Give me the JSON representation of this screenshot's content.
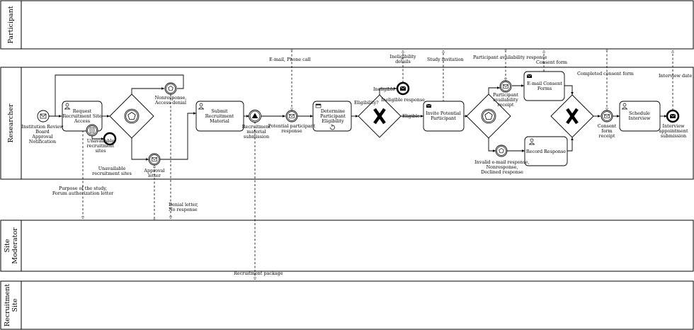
{
  "lanes": {
    "participant": "Participant",
    "researcher": "Researcher",
    "site_moderator": [
      "Site",
      "Moderator"
    ],
    "recruitment_site": [
      "Recruitment",
      "Site"
    ]
  },
  "events": {
    "start": [
      "Institution Review",
      "Board",
      "Approval",
      "Notification"
    ],
    "nonresponse": [
      "Nonresponse,",
      "Access denial"
    ],
    "unavailable_end": [
      "Unavailable",
      "recruitment sites"
    ],
    "recruitment_submission": [
      "Recruitment",
      "material",
      "submission"
    ],
    "potential_response": [
      "Potential participant",
      "response"
    ],
    "ineligible_response": "Ineligible response",
    "availability_receipt": [
      "Participant",
      "availability",
      "receipt"
    ],
    "invalid_email": [
      "Invalid e-mail response,",
      "Nonresponse,",
      "Declined response"
    ],
    "consent_receipt": [
      "Consent",
      "form",
      "receipt"
    ],
    "interview_submission": [
      "Interview",
      "appointment",
      "submission"
    ],
    "unavailable_attached": [
      "Unavailable",
      "recruitment",
      "sites"
    ],
    "approval_letter": [
      "Approval",
      "letter"
    ]
  },
  "tasks": {
    "request_access": [
      "Request",
      "Recruitment Site",
      "Access"
    ],
    "submit_material": [
      "Submit",
      "Recruitment",
      "Material"
    ],
    "determine_eligibility": [
      "Determine",
      "Participant",
      "Eligibility"
    ],
    "invite": [
      "Invite Potential",
      "Participant"
    ],
    "email_consent": [
      "E-mail Consent",
      "Forms"
    ],
    "record_response": "Record Response",
    "schedule_interview": [
      "Schedule",
      "Interview"
    ]
  },
  "flow_labels": {
    "eligibility": "Eligibility?",
    "ineligible": "Ineligible",
    "eligible": "Eligible"
  },
  "messages": {
    "email_phone": "E-mail, Phone call",
    "ineligibility_details": [
      "Ineligibility",
      "details"
    ],
    "study_invitation": "Study invitation",
    "availability_response": "Participant availability response",
    "consent_form": "Consent form",
    "completed_consent": "Completed consent form",
    "interview_date": "Interview date",
    "purpose": [
      "Purpose of the study,",
      "Forum authorization letter"
    ],
    "denial": [
      "Denial letter,",
      "No response"
    ],
    "recruitment_package": "Recruitment package"
  }
}
